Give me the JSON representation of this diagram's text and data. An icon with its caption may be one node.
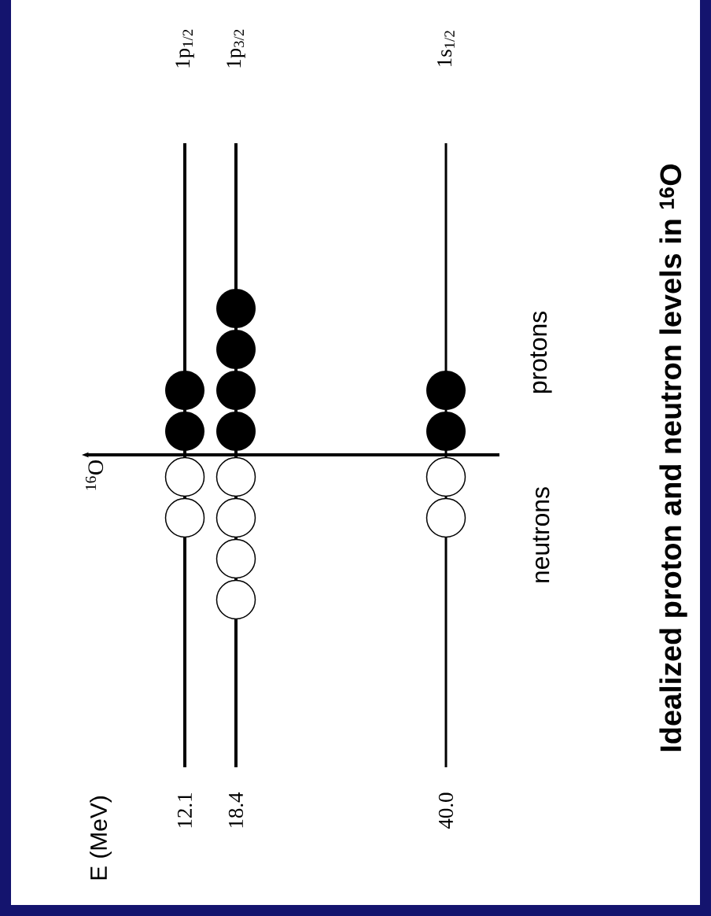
{
  "diagram": {
    "title": "Idealized proton and neutron levels in $^{16}$O",
    "labels": [
      "$^{16}$O",
      "1p$_{1/2}$",
      "1p$_{3/2}$",
      "1s$_{1/2}$",
      "E (MeV)",
      "12.1",
      "18.4",
      "40.0",
      "neutrons",
      "protons"
    ]
  }
}
